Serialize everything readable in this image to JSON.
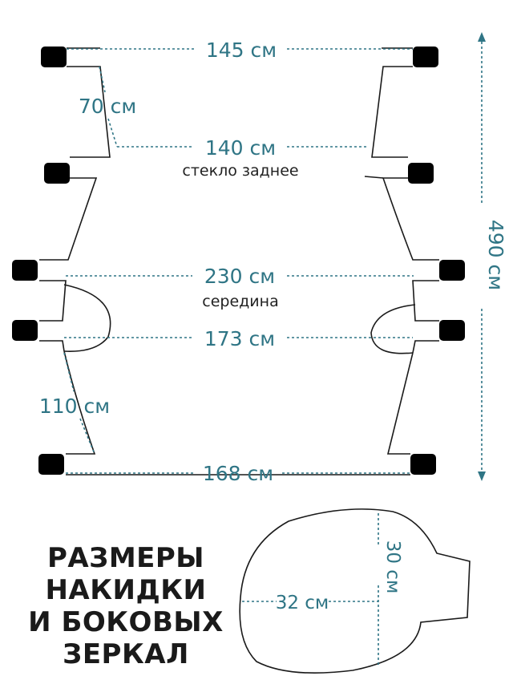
{
  "labels": {
    "top_width": "145 см",
    "rear_glass_width": "140 см",
    "rear_glass_caption": "стекло заднее",
    "middle_width": "230 см",
    "middle_caption": "середина",
    "mirror_row_width": "173 см",
    "bottom_width": "168 см",
    "upper_height": "70 см",
    "lower_height": "110 см",
    "total_height": "490 см",
    "mirror_width": "32 см",
    "mirror_height": "30 см"
  },
  "title_lines": [
    "РАЗМЕРЫ",
    "НАКИДКИ",
    "И БОКОВЫХ",
    "ЗЕРКАЛ"
  ],
  "colors": {
    "accent": "#2f7585",
    "ink": "#1a1a1a"
  },
  "icons": [
    "buckle-icon",
    "arrow-up-icon",
    "arrow-down-icon"
  ]
}
